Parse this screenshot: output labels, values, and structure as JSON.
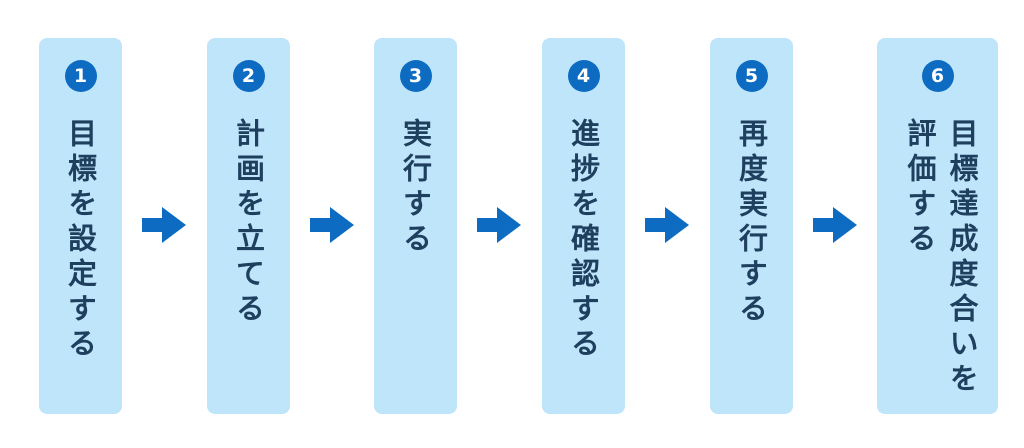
{
  "steps": [
    {
      "number": "1",
      "label": "目標を設定する"
    },
    {
      "number": "2",
      "label": "計画を立てる"
    },
    {
      "number": "3",
      "label": "実行する"
    },
    {
      "number": "4",
      "label": "進捗を確認する"
    },
    {
      "number": "5",
      "label": "再度実行する"
    },
    {
      "number": "6",
      "label": "目標達成度合いを\n評価する"
    }
  ],
  "colors": {
    "card_background": "#bfe5fb",
    "number_circle": "#0d6cc1",
    "arrow": "#0d6cc1",
    "text": "#1f3f5e"
  },
  "icons": {
    "arrow": "right-arrow-icon"
  }
}
